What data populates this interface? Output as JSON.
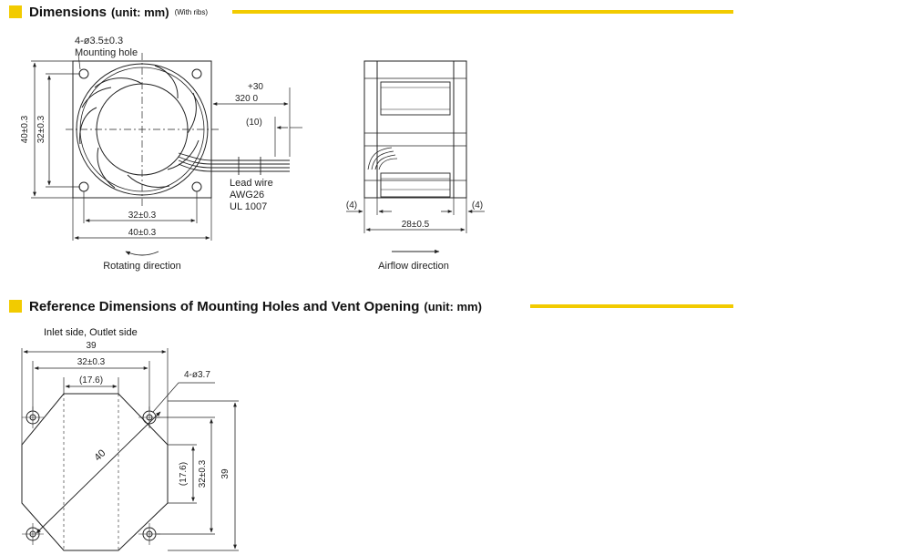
{
  "section1": {
    "title": "Dimensions",
    "unit": "(unit: mm)",
    "note": "(With ribs)",
    "accent_color": "#f2cb00"
  },
  "front_view": {
    "hole_spec": "4-ø3.5±0.3",
    "hole_label": "Mounting hole",
    "height_outer": "40±0.3",
    "height_inner": "32±0.3",
    "width_inner": "32±0.3",
    "width_outer": "40±0.3",
    "cable_tol": "+30",
    "cable_len": "320  0",
    "strip_len": "(10)",
    "wire_label_1": "Lead wire",
    "wire_label_2": "AWG26",
    "wire_label_3": "UL 1007",
    "rotation_caption": "Rotating direction"
  },
  "side_view": {
    "rib_left": "(4)",
    "rib_right": "(4)",
    "depth": "28±0.5",
    "airflow_caption": "Airflow direction"
  },
  "section2": {
    "title": "Reference Dimensions of Mounting Holes and Vent Opening",
    "unit": "(unit: mm)"
  },
  "mount_view": {
    "side_caption": "Inlet side, Outlet side",
    "outer_width": "39",
    "hole_pitch_h": "32±0.3",
    "vent_inner_h": "(17.6)",
    "hole_spec": "4-ø3.7",
    "diagonal": "40",
    "vent_inner_v": "(17.6)",
    "hole_pitch_v": "32±0.3",
    "outer_height": "39"
  }
}
